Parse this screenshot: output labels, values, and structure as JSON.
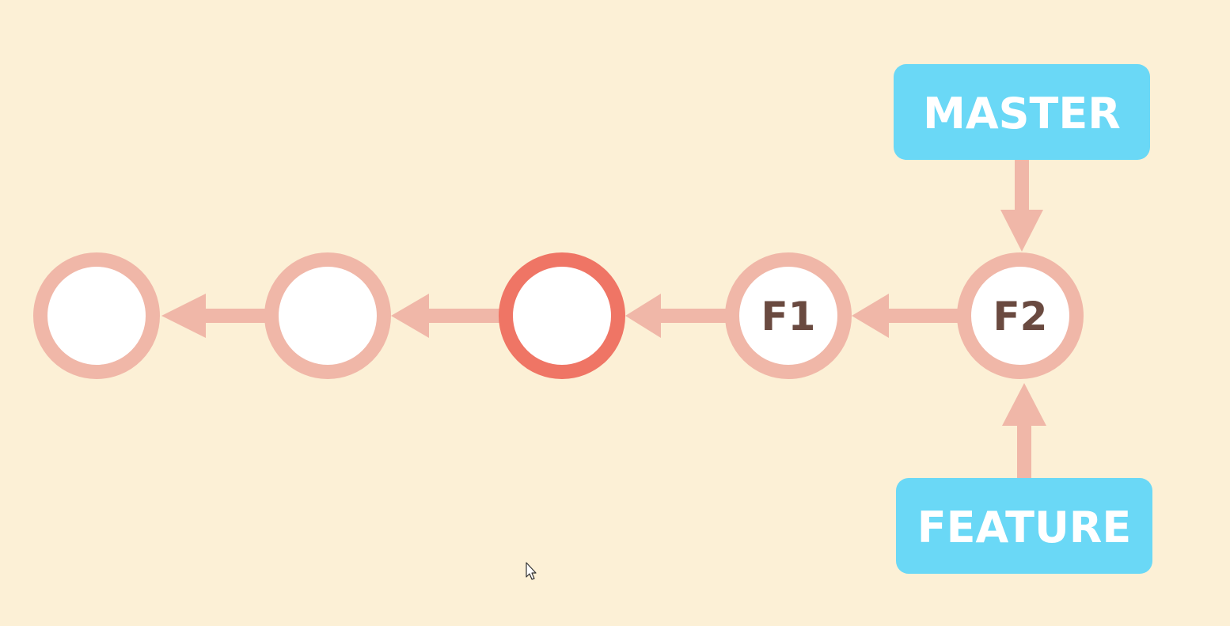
{
  "colors": {
    "background": "#fcf0d6",
    "commit_ring": "#f0b7a8",
    "commit_ring_highlight": "#ef7565",
    "commit_fill": "#ffffff",
    "arrow": "#f0b7a8",
    "commit_text": "#6a4a40",
    "branch_box": "#6ad8f6",
    "branch_text": "#ffffff"
  },
  "commits": [
    {
      "label": "",
      "highlighted": false
    },
    {
      "label": "",
      "highlighted": false
    },
    {
      "label": "",
      "highlighted": true
    },
    {
      "label": "F1",
      "highlighted": false
    },
    {
      "label": "F2",
      "highlighted": false
    }
  ],
  "branches": {
    "master": {
      "label": "MASTER",
      "points_to": "F2"
    },
    "feature": {
      "label": "FEATURE",
      "points_to": "F2"
    }
  },
  "cursor_icon": "arrow-pointer-icon"
}
